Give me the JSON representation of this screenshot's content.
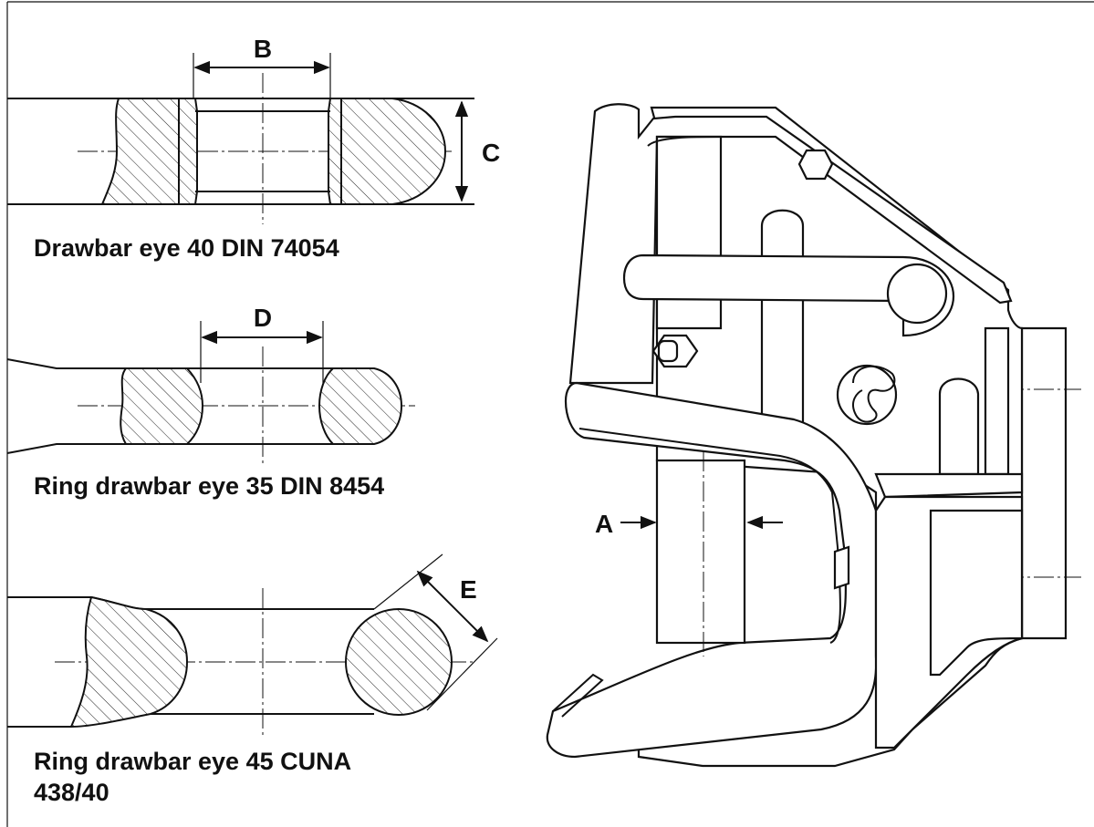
{
  "labels": {
    "dim_a": "A",
    "dim_b": "B",
    "dim_c": "C",
    "dim_d": "D",
    "dim_e": "E"
  },
  "captions": {
    "eye_40": "Drawbar eye 40 DIN 74054",
    "eye_35": "Ring drawbar eye 35 DIN 8454",
    "eye_45_line1": "Ring drawbar eye 45 CUNA",
    "eye_45_line2": "438/40"
  }
}
